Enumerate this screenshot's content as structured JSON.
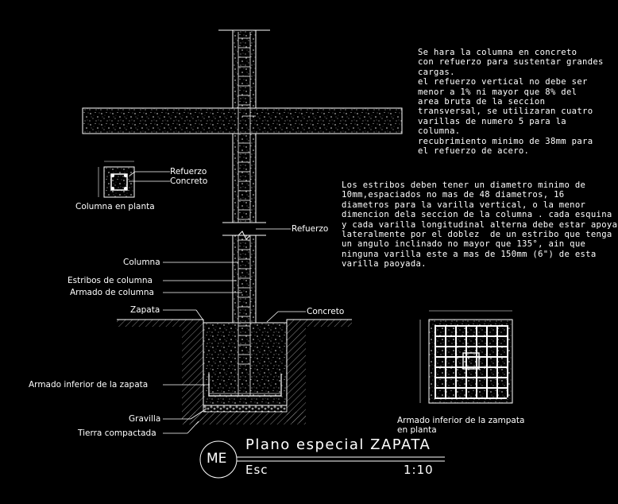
{
  "notes": {
    "column": "Se hara la columna en concreto\ncon refuerzo para sustentar grandes\ncargas.\nel refuerzo vertical no debe ser\nmenor a 1% ni mayor que 8% del\narea bruta de la seccion\ntransversal, se utilizaran cuatro\nvarillas de numero 5 para la\ncolumna.\nrecubrimiento minimo de 38mm para\nel refuerzo de acero.",
    "stirrups": "Los estribos deben tener un diametro minimo de\n10mm,espaciados no mas de 48 diametros, 16\ndiametros para la varilla vertical, o la menor\ndimencion dela seccion de la columna . cada esquina\ny cada varilla longitudinal alterna debe estar apoyada\nlateralmente por el doblez  de un estribo que tenga\nun angulo inclinado no mayor que 135°, ain que\nninguna varilla este a mas de 150mm (6\") de esta\nvarilla paoyada."
  },
  "labels": {
    "refuerzo_plan": "Refuerzo",
    "concreto_plan": "Concreto",
    "columna_planta": "Columna en planta",
    "refuerzo": "Refuerzo",
    "columna": "Columna",
    "estribos": "Estribos de columna",
    "armado_columna": "Armado de columna",
    "zapata": "Zapata",
    "concreto": "Concreto",
    "armado_inferior": "Armado inferior de la zapata",
    "gravilla": "Gravilla",
    "tierra": "Tierra compactada",
    "armado_zampata_1": "Armado inferior de la zampata",
    "armado_zampata_2": "en planta"
  },
  "title_block": {
    "badge": "ME",
    "title": "Plano especial ZAPATA",
    "scale_label": "Esc",
    "scale_value": "1:10"
  },
  "colors": {
    "background": "#000000",
    "lines": "#ffffff",
    "rebar": "#c8c8c8"
  }
}
